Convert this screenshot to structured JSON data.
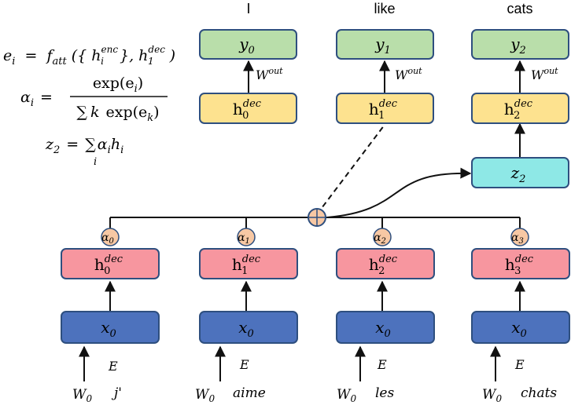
{
  "outputs": [
    {
      "word": "I",
      "y": {
        "base": "y",
        "sub": "0"
      },
      "w": {
        "base": "W",
        "sup": "out"
      },
      "h": {
        "base": "h",
        "sub": "0",
        "sup": "dec"
      }
    },
    {
      "word": "like",
      "y": {
        "base": "y",
        "sub": "1"
      },
      "w": {
        "base": "W",
        "sup": "out"
      },
      "h": {
        "base": "h",
        "sub": "1",
        "sup": "dec"
      }
    },
    {
      "word": "cats",
      "y": {
        "base": "y",
        "sub": "2"
      },
      "w": {
        "base": "W",
        "sup": "out"
      },
      "h": {
        "base": "h",
        "sub": "2",
        "sup": "dec"
      }
    }
  ],
  "context": {
    "base": "z",
    "sub": "2"
  },
  "combine_symbol": "+",
  "encoder": [
    {
      "alpha": {
        "base": "α",
        "sub": "0"
      },
      "h": {
        "base": "h",
        "sub": "0",
        "sup": "dec"
      },
      "x": {
        "base": "x",
        "sub": "0"
      },
      "e": "E",
      "w": {
        "base": "W",
        "sub": "0"
      },
      "token": "j'"
    },
    {
      "alpha": {
        "base": "α",
        "sub": "1"
      },
      "h": {
        "base": "h",
        "sub": "1",
        "sup": "dec"
      },
      "x": {
        "base": "x",
        "sub": "0"
      },
      "e": "E",
      "w": {
        "base": "W",
        "sub": "0"
      },
      "token": "aime"
    },
    {
      "alpha": {
        "base": "α",
        "sub": "2"
      },
      "h": {
        "base": "h",
        "sub": "2",
        "sup": "dec"
      },
      "x": {
        "base": "x",
        "sub": "0"
      },
      "e": "E",
      "w": {
        "base": "W",
        "sub": "0"
      },
      "token": "les"
    },
    {
      "alpha": {
        "base": "α",
        "sub": "3"
      },
      "h": {
        "base": "h",
        "sub": "3",
        "sup": "dec"
      },
      "x": {
        "base": "x",
        "sub": "0"
      },
      "e": "E",
      "w": {
        "base": "W",
        "sub": "0"
      },
      "token": "chats"
    }
  ],
  "equations": {
    "eq1": {
      "lhs_base": "e",
      "lhs_sub": "i",
      "equals": "=",
      "f_base": "f",
      "f_sub": "att",
      "open": "({",
      "h_base": "h",
      "h_sub": "i",
      "h_sup": "enc",
      "mid": "}, ",
      "h2_base": "h",
      "h2_sub": "1",
      "h2_sup": "dec",
      "close": ")"
    },
    "eq2": {
      "lhs_base": "α",
      "lhs_sub": "i",
      "equals": "=",
      "numerator": "exp(e",
      "num_sub": "i",
      "num_close": ")",
      "den_sum": "∑",
      "den_k": "k",
      "den_exp": "exp(e",
      "den_sub": "k",
      "den_close": ")"
    },
    "eq3": {
      "lhs_base": "z",
      "lhs_sub": "2",
      "equals": "=",
      "sum": "∑",
      "sum_sub": "i",
      "alpha": "α",
      "alpha_sub": "i",
      "h": "h",
      "h_sub": "i"
    }
  },
  "colors": {
    "output_fill": "#b9deaa",
    "decoder_fill": "#fde28f",
    "context_fill": "#8ee8e6",
    "encoder_fill": "#f7969f",
    "input_fill": "#4d72bd",
    "alpha_fill": "#f7c8a4",
    "stroke": "#2e4f7f",
    "line": "#111111"
  }
}
